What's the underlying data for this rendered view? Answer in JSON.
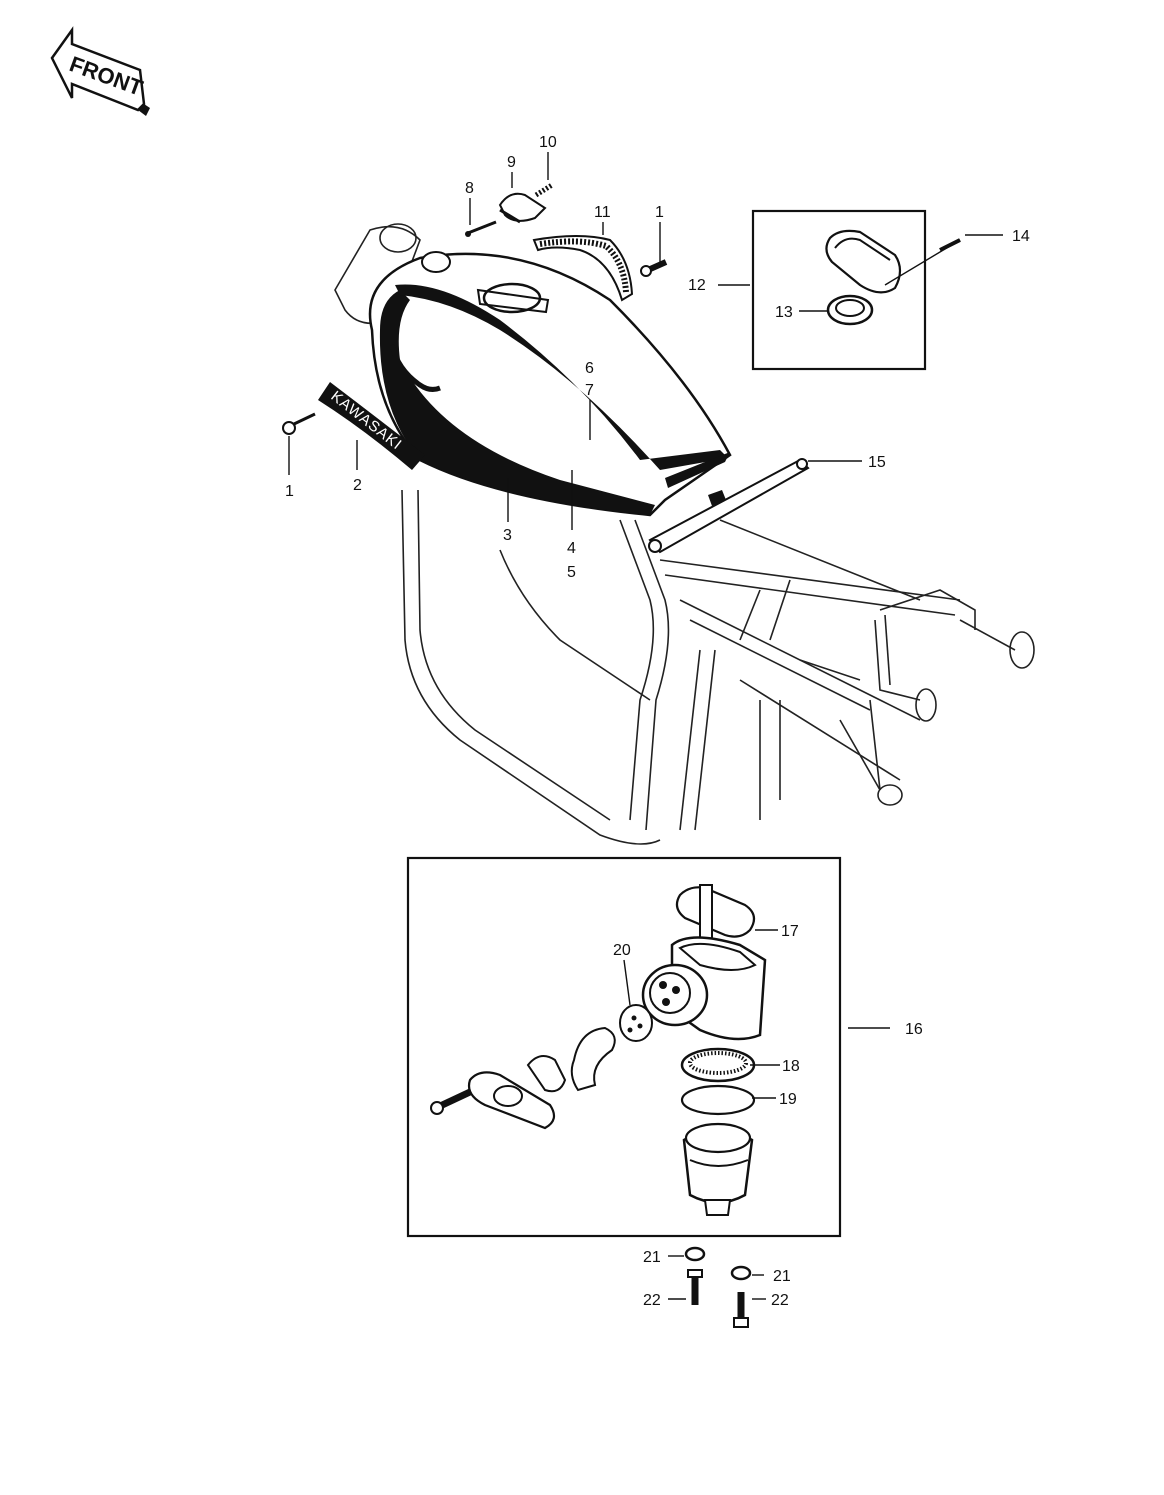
{
  "front_badge": {
    "text": "FRONT"
  },
  "decal_text": "KAWASAKI",
  "callouts": [
    {
      "id": "c1a",
      "text": "1"
    },
    {
      "id": "c2",
      "text": "2"
    },
    {
      "id": "c3",
      "text": "3"
    },
    {
      "id": "c4",
      "text": "4"
    },
    {
      "id": "c5",
      "text": "5"
    },
    {
      "id": "c6",
      "text": "6"
    },
    {
      "id": "c7",
      "text": "7"
    },
    {
      "id": "c8",
      "text": "8"
    },
    {
      "id": "c9",
      "text": "9"
    },
    {
      "id": "c10",
      "text": "10"
    },
    {
      "id": "c11",
      "text": "11"
    },
    {
      "id": "c1b",
      "text": "1"
    },
    {
      "id": "c12",
      "text": "12"
    },
    {
      "id": "c13",
      "text": "13"
    },
    {
      "id": "c14",
      "text": "14"
    },
    {
      "id": "c15",
      "text": "15"
    },
    {
      "id": "c16",
      "text": "16"
    },
    {
      "id": "c17",
      "text": "17"
    },
    {
      "id": "c18",
      "text": "18"
    },
    {
      "id": "c19",
      "text": "19"
    },
    {
      "id": "c20",
      "text": "20"
    },
    {
      "id": "c21a",
      "text": "21"
    },
    {
      "id": "c21b",
      "text": "21"
    },
    {
      "id": "c22a",
      "text": "22"
    },
    {
      "id": "c22b",
      "text": "22"
    }
  ]
}
